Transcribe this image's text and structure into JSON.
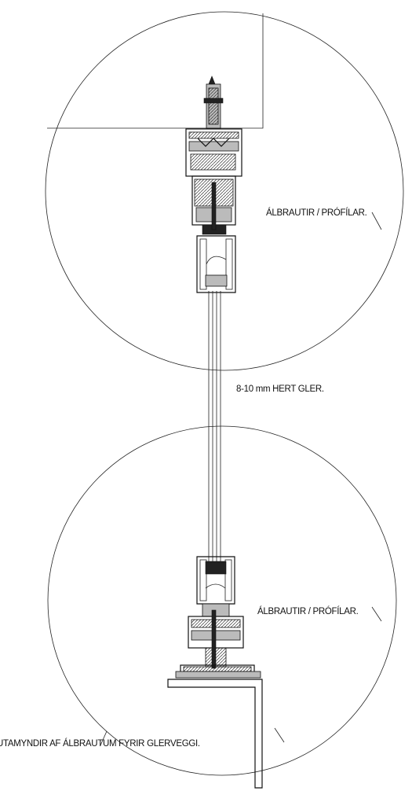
{
  "labels": {
    "top_profile": "ÁLBRAUTIR / PRÓFÍLAR.",
    "glass": "8-10 mm HERT GLER.",
    "bottom_profile": "ÁLBRAUTIR / PRÓFÍLAR.",
    "caption": "UTAMYNDIR AF ÁLBRAUTUM FYRIR GLERVEGGI."
  }
}
